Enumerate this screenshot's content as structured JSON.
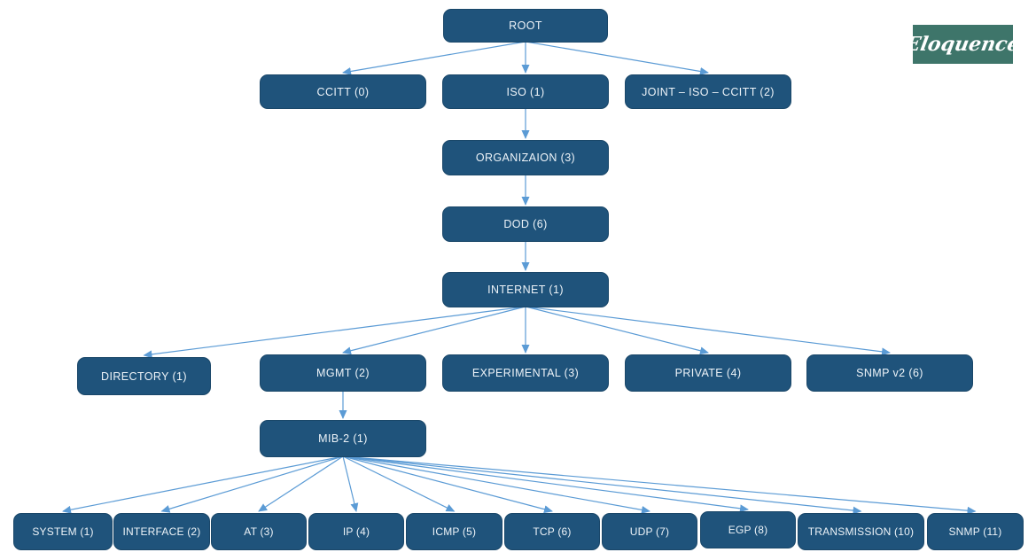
{
  "colors": {
    "background": "#FFFFFF",
    "node_fill": "#1F537B",
    "node_border": "#1A4769",
    "node_text": "#EDF3F8",
    "arrow": "#5B9BD5",
    "logo_bg": "#3E756A",
    "logo_text": "#FFFFFF"
  },
  "logo": {
    "text": "Eloquence"
  },
  "nodes": {
    "root": {
      "label": "ROOT"
    },
    "ccitt": {
      "label": "CCITT (0)"
    },
    "iso": {
      "label": "ISO (1)"
    },
    "joint": {
      "label": "JOINT – ISO – CCITT (2)"
    },
    "organization": {
      "label": "ORGANIZAION (3)"
    },
    "dod": {
      "label": "DOD (6)"
    },
    "internet": {
      "label": "INTERNET (1)"
    },
    "directory": {
      "label": "DIRECTORY (1)"
    },
    "mgmt": {
      "label": "MGMT (2)"
    },
    "experimental": {
      "label": "EXPERIMENTAL (3)"
    },
    "private": {
      "label": "PRIVATE (4)"
    },
    "snmpv2": {
      "label": "SNMP v2 (6)"
    },
    "mib2": {
      "label": "MIB-2 (1)"
    },
    "system": {
      "label": "SYSTEM (1)"
    },
    "interface": {
      "label": "INTERFACE (2)"
    },
    "at": {
      "label": "AT (3)"
    },
    "ip": {
      "label": "IP (4)"
    },
    "icmp": {
      "label": "ICMP (5)"
    },
    "tcp": {
      "label": "TCP (6)"
    },
    "udp": {
      "label": "UDP (7)"
    },
    "egp": {
      "label": "EGP (8)"
    },
    "transmission": {
      "label": "TRANSMISSION (10)"
    },
    "snmp": {
      "label": "SNMP (11)"
    }
  },
  "edges": [
    [
      "root",
      "ccitt"
    ],
    [
      "root",
      "iso"
    ],
    [
      "root",
      "joint"
    ],
    [
      "iso",
      "organization"
    ],
    [
      "organization",
      "dod"
    ],
    [
      "dod",
      "internet"
    ],
    [
      "internet",
      "directory"
    ],
    [
      "internet",
      "mgmt"
    ],
    [
      "internet",
      "experimental"
    ],
    [
      "internet",
      "private"
    ],
    [
      "internet",
      "snmpv2"
    ],
    [
      "mgmt",
      "mib2"
    ],
    [
      "mib2",
      "system"
    ],
    [
      "mib2",
      "interface"
    ],
    [
      "mib2",
      "at"
    ],
    [
      "mib2",
      "ip"
    ],
    [
      "mib2",
      "icmp"
    ],
    [
      "mib2",
      "tcp"
    ],
    [
      "mib2",
      "udp"
    ],
    [
      "mib2",
      "egp"
    ],
    [
      "mib2",
      "transmission"
    ],
    [
      "mib2",
      "snmp"
    ]
  ]
}
